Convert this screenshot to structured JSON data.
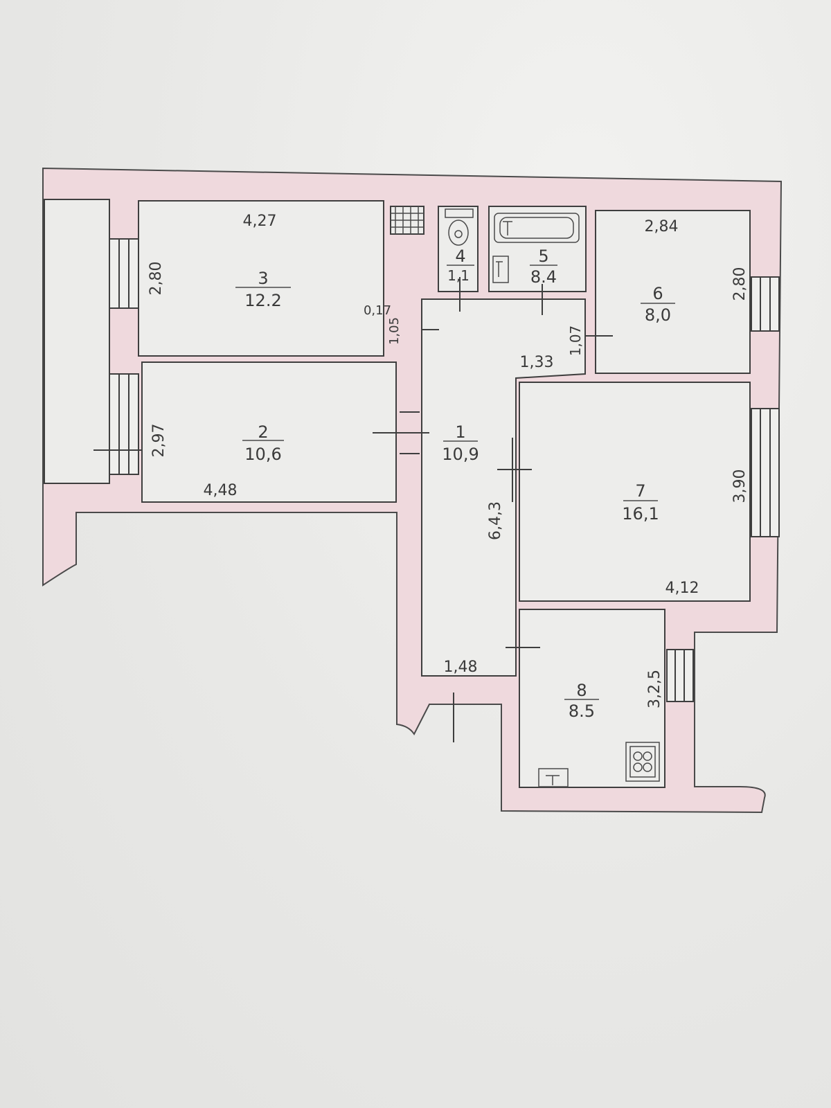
{
  "rooms": [
    {
      "number": "1",
      "area": "10,9"
    },
    {
      "number": "2",
      "area": "10,6"
    },
    {
      "number": "3",
      "area": "12.2"
    },
    {
      "number": "4",
      "area": "1,1"
    },
    {
      "number": "5",
      "area": "8.4"
    },
    {
      "number": "6",
      "area": "8,0"
    },
    {
      "number": "7",
      "area": "16,1"
    },
    {
      "number": "8",
      "area": "8.5"
    }
  ],
  "dimensions": {
    "room3_width": "4,27",
    "room3_depth": "2,80",
    "door_offset": "0,17",
    "door_width": "1,05",
    "room2_depth": "2,97",
    "room2_width": "4,48",
    "hall_length": "6,4,3",
    "hall_step": "1,33",
    "hall_end_width": "1,48",
    "room6_width": "2,84",
    "room6_depth": "2,80",
    "room6_door": "1,07",
    "room7_width": "4,12",
    "room7_depth": "3,90",
    "room8_depth": "3,2,5"
  }
}
